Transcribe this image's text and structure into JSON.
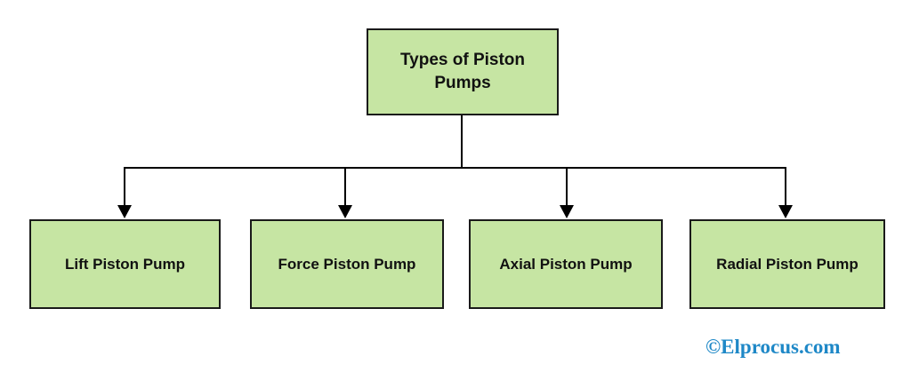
{
  "diagram": {
    "root": {
      "label": "Types of Piston Pumps"
    },
    "children": [
      {
        "label": "Lift Piston Pump"
      },
      {
        "label": "Force Piston Pump"
      },
      {
        "label": "Axial Piston Pump"
      },
      {
        "label": "Radial Piston Pump"
      }
    ],
    "colors": {
      "box_fill": "#c6e5a3",
      "box_border": "#1a1a1a",
      "line": "#000000"
    }
  },
  "watermark": {
    "text": "©Elprocus.com",
    "color": "#1e88c7"
  }
}
